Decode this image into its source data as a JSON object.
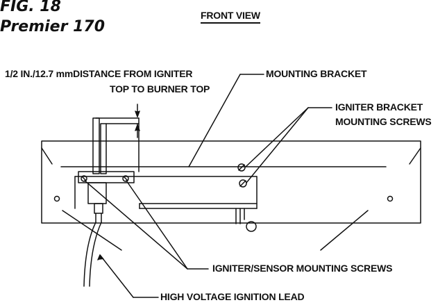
{
  "figure": {
    "number": "FIG. 18",
    "model": "Premier 170"
  },
  "view_title": "FRONT VIEW",
  "callouts": {
    "distance_line1": "1/2 IN./12.7 mmDISTANCE FROM IGNITER",
    "distance_line2": "TOP TO BURNER TOP",
    "mounting_bracket": "MOUNTING BRACKET",
    "igniter_bracket_line1": "IGNITER BRACKET",
    "igniter_bracket_line2": "MOUNTING SCREWS",
    "sensor_screws": "IGNITER/SENSOR MOUNTING SCREWS",
    "hv_lead": "HIGH VOLTAGE IGNITION LEAD"
  },
  "colors": {
    "line": "#111111",
    "background": "#ffffff"
  }
}
